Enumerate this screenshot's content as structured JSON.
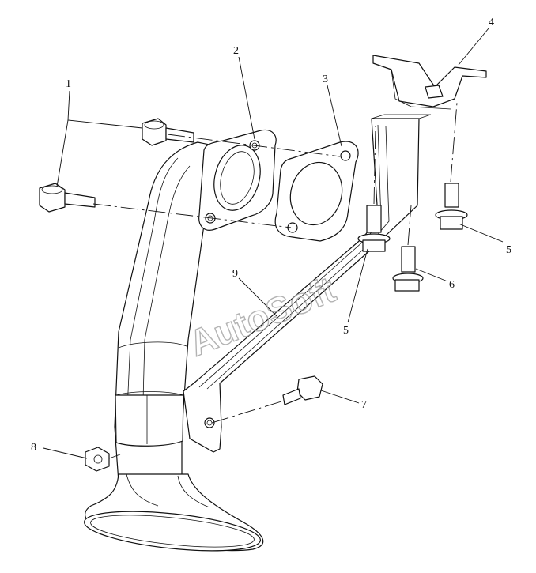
{
  "callouts": {
    "c1": "1",
    "c2": "2",
    "c3": "3",
    "c4": "4",
    "c5a": "5",
    "c5b": "5",
    "c6": "6",
    "c7": "7",
    "c8": "8",
    "c9": "9"
  },
  "watermark": "AutoSoft",
  "colors": {
    "line": "#111111",
    "watermark": "#9a9a9a",
    "background": "#ffffff"
  }
}
